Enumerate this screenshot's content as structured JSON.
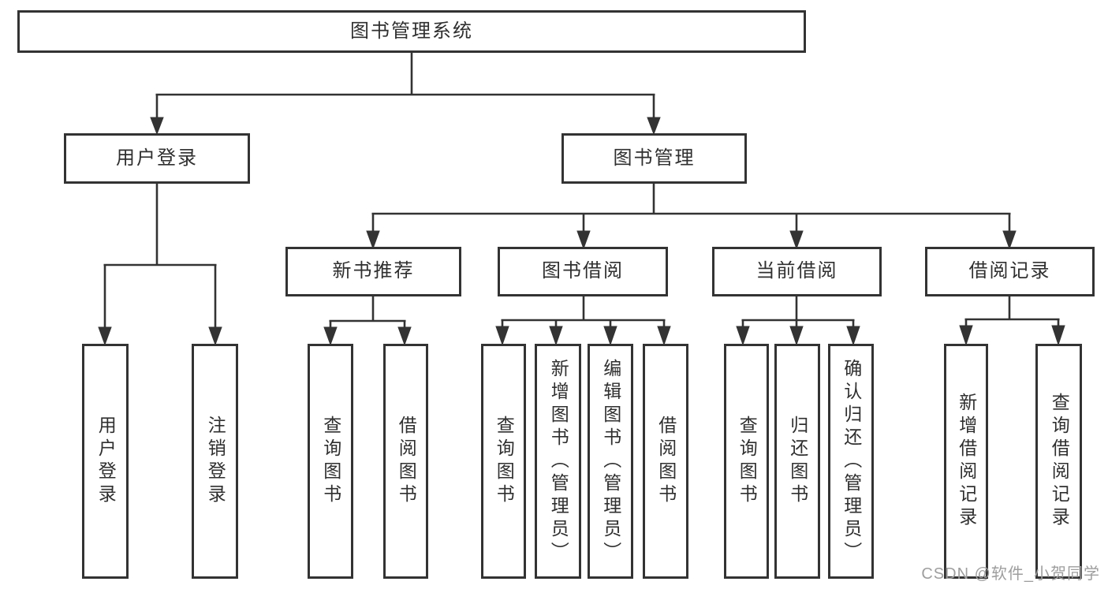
{
  "diagram": {
    "root": {
      "label": "图书管理系统"
    },
    "branches": [
      {
        "label": "用户登录",
        "children": [
          {
            "label": "用户登录"
          },
          {
            "label": "注销登录"
          }
        ]
      },
      {
        "label": "图书管理",
        "children": [
          {
            "label": "新书推荐",
            "children": [
              {
                "label": "查询图书"
              },
              {
                "label": "借阅图书"
              }
            ]
          },
          {
            "label": "图书借阅",
            "children": [
              {
                "label": "查询图书"
              },
              {
                "label": "新增图书（管理员）"
              },
              {
                "label": "编辑图书（管理员）"
              },
              {
                "label": "借阅图书"
              }
            ]
          },
          {
            "label": "当前借阅",
            "children": [
              {
                "label": "查询图书"
              },
              {
                "label": "归还图书"
              },
              {
                "label": "确认归还（管理员）"
              }
            ]
          },
          {
            "label": "借阅记录",
            "children": [
              {
                "label": "新增借阅记录"
              },
              {
                "label": "查询借阅记录"
              }
            ]
          }
        ]
      }
    ]
  },
  "watermark": {
    "text": "CSDN @软件_小贺同学"
  },
  "colors": {
    "line": "#333333",
    "box_border": "#333333",
    "box_background": "#ffffff",
    "text": "#2f2f2f",
    "watermark": "#9e9e9e",
    "page_background": "#ffffff"
  }
}
